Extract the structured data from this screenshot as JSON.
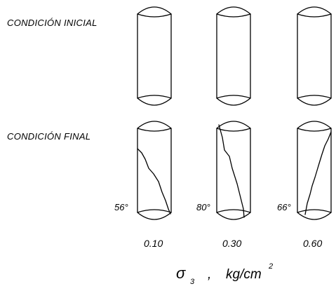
{
  "labels": {
    "initial": "CONDICIÓN  INICIAL",
    "final": "CONDICIÓN  FINAL"
  },
  "samples": [
    {
      "sigma3": "0.10",
      "failure_angle": "56°"
    },
    {
      "sigma3": "0.30",
      "failure_angle": "80°"
    },
    {
      "sigma3": "0.60",
      "failure_angle": "66°"
    }
  ],
  "axis": {
    "symbol": "σ",
    "subscript": "3",
    "separator": ",",
    "unit": "kg/cm",
    "unit_superscript": "2"
  }
}
